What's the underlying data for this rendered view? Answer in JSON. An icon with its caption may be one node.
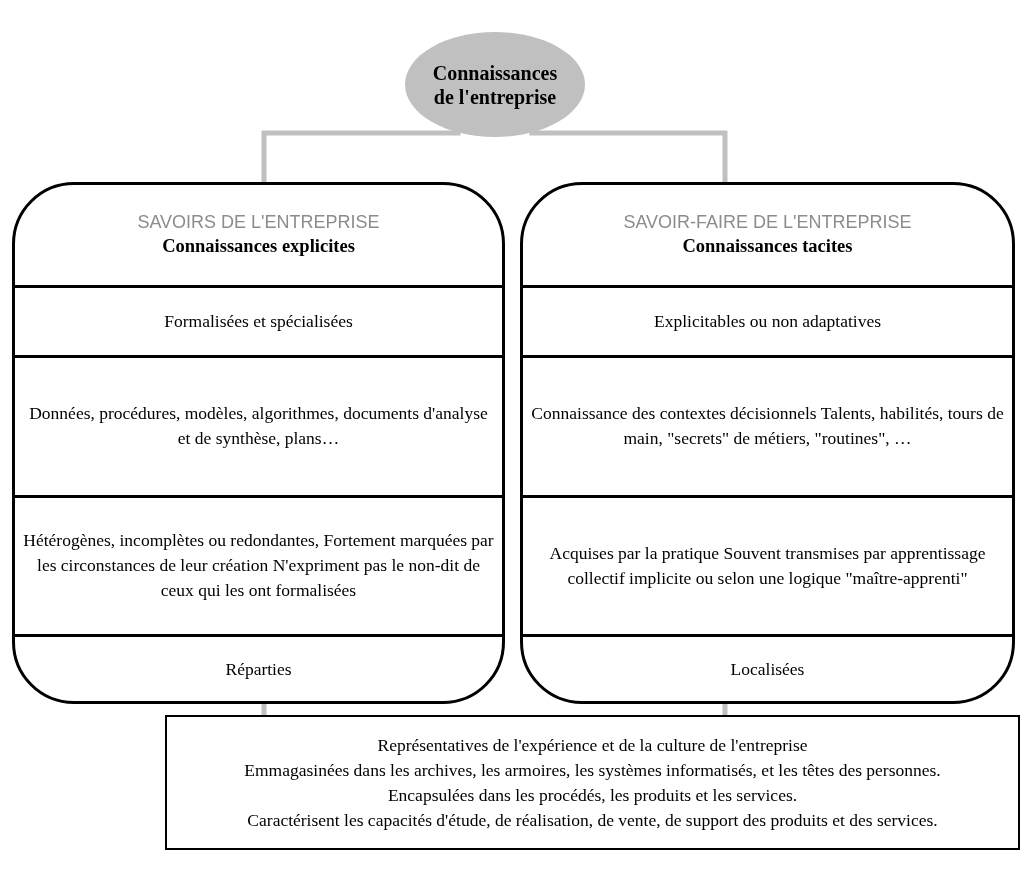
{
  "diagram": {
    "nodes": [
      {
        "text": [
          "Connaissances de l'entreprise"
        ]
      },
      {
        "text": [
          "SAVOIRS DE L'ENTREPRISE",
          "Connaissances explicites",
          "Formalisées et spécialisées",
          "Données, procédures, modèles, algorithmes, documents d'analyse et de synthèse, plans…",
          "Hétérogènes, incomplètes ou redondantes, Fortement marquées par les circonstances de leur création N'expriment pas le non-dit de ceux qui les ont formalisées",
          "Réparties"
        ]
      },
      {
        "text": [
          "SAVOIR-FAIRE DE L'ENTREPRISE",
          "Connaissances tacites",
          "Explicitables ou non adaptatives",
          "Connaissance des contextes décisionnels Talents, habilités, tours de main, \"secrets\" de métiers, \"routines\", …",
          "Acquises par la pratique Souvent transmises par apprentissage collectif implicite ou selon une logique \"maître-apprenti\"",
          "Localisées"
        ]
      },
      {
        "text": [
          "Représentatives de l'expérience et de la culture de l'entreprise",
          "Emmagasinées dans les archives, les armoires, les systèmes informatisés, et les têtes des personnes.",
          "Encapsulées dans les procédés, les produits et les services.",
          "Caractérisent les capacités d'étude, de réalisation, de vente, de support des produits et des services."
        ]
      }
    ],
    "edges": [
      {
        "from": 0,
        "to": 1,
        "arrow": "none"
      },
      {
        "from": 0,
        "to": 2,
        "arrow": "none"
      },
      {
        "from": 1,
        "to": 3,
        "arrow": "none"
      },
      {
        "from": 2,
        "to": 3,
        "arrow": "none"
      }
    ]
  }
}
